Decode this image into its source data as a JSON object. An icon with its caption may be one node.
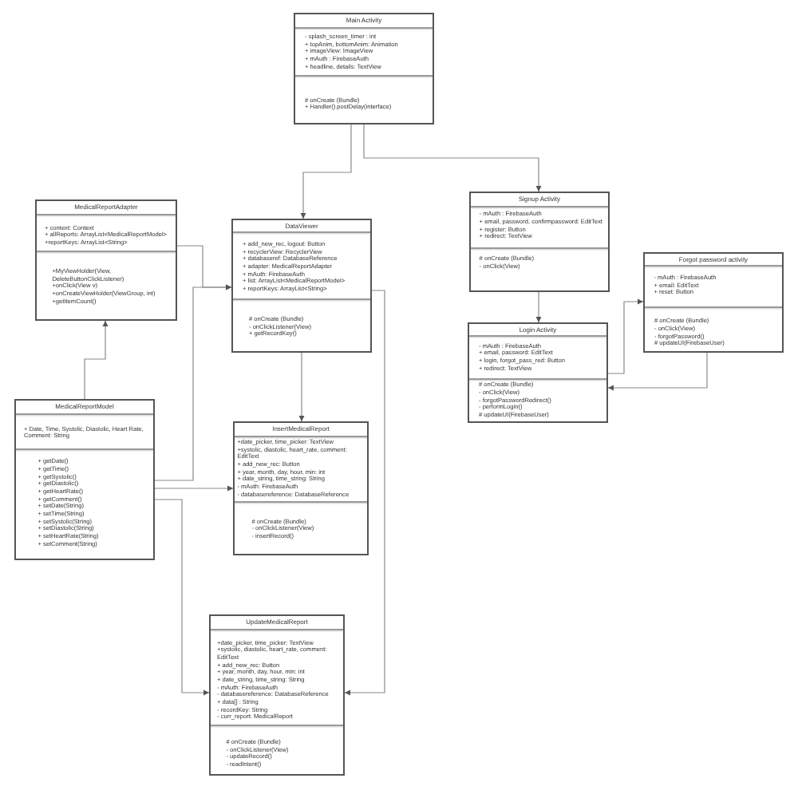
{
  "diagram": {
    "nodes": [
      {
        "text": [
          "Main Activity"
        ]
      },
      {
        "text": [
          "- splash_screen_timer : int",
          "+ topAnim, bottomAnim: Animation",
          "+ imageView: ImageView",
          "+ mAuth : FirebaseAuth",
          "+ headline, details: TextView"
        ],
        "in": 0
      },
      {
        "text": [
          "# onCreate (Bundle)",
          "+ Handler().postDelay(interface)"
        ],
        "in": 0
      },
      {
        "text": [
          "MedicalReportAdapter"
        ]
      },
      {
        "text": [
          "+ context: Context",
          "+ allReports: ArrayList<MedicalReportModel>",
          "+reportKeys: ArrayList<String>"
        ],
        "in": 3
      },
      {
        "text": [
          "+MyViewHolder(View, DeleteButtonClickListener)",
          "+onClick(View v)",
          "+onCreateViewHolder(ViewGroup, int)",
          "+getItemCount()"
        ],
        "in": 3
      },
      {
        "text": [
          "DataViewer"
        ]
      },
      {
        "text": [
          "+ add_new_rec, logout: Button",
          "+ recyclerView: RecyclerView",
          "+ databaseref: DatabaseReference",
          "+ adapter: MedicalReportAdapter",
          "+ mAuth: FirebaseAuth",
          "+ list: ArrayList<MedicalReportModel>",
          "+ reportKeys: ArrayList<String>"
        ],
        "in": 6
      },
      {
        "text": [
          "# onCreate (Bundle)",
          "- onClickListener(View)",
          "+ getRecordKey()"
        ],
        "in": 6
      },
      {
        "text": [
          "Signup Activity"
        ]
      },
      {
        "text": [
          "- mAuth : FirebaseAuth",
          "+ email, password, confirmpassword: EditText",
          "+ register: Button",
          "+ redirect: TextView"
        ],
        "in": 9
      },
      {
        "text": [
          "# onCreate (Bundle)",
          "- onClick(View)"
        ],
        "in": 9
      },
      {
        "text": [
          "Forgot password activity"
        ]
      },
      {
        "text": [
          "- mAuth : FirebaseAuth",
          "+ email: EditText",
          "+ reset: Button"
        ],
        "in": 12
      },
      {
        "text": [
          "# onCreate (Bundle)",
          "- onClick(View)",
          "- forgotPassword()",
          "# updateUI(FirebaseUser)"
        ],
        "in": 12
      },
      {
        "text": [
          "Login Activity"
        ]
      },
      {
        "text": [
          "- mAuth : FirebaseAuth",
          "+ email, password: EditText",
          "+ login, forgot_pass_red: Button",
          "+ redirect: TextView"
        ],
        "in": 15
      },
      {
        "text": [
          "# onCreate (Bundle)",
          "- onClick(View)",
          "- forgotPasswordRedirect()",
          "- performLogin()",
          "# updateUI(FirebaseUser)"
        ],
        "in": 15
      },
      {
        "text": [
          "MedicalReportModel"
        ]
      },
      {
        "text": [
          "+ Date, Time, Systolic, Diastolic, Heart Rate, Comment: String"
        ],
        "in": 18
      },
      {
        "text": [
          "+ getDate()",
          "+ getTime()",
          "+ getSystolic()",
          "+ getDiastolic()",
          "+ getHeartRate()",
          "+ getComment()",
          "+ setDate(String)",
          "+ setTime(String)",
          "+ setSystolic(String)",
          "+ setDiastolic(String)",
          "+ setHeartRate(String)",
          "+ setComment(String)"
        ],
        "in": 18
      },
      {
        "text": [
          "InsertMedicalReport"
        ]
      },
      {
        "text": [
          "+date_picker, time_picker: TextView",
          "+systolic, diastolic, heart_rate, comment: EditText",
          "+ add_new_rec: Button",
          "+ year, month, day, hour, min: int",
          "+ date_string, time_string: String",
          "- mAuth: FirebaseAuth",
          "- databasereference: DatabaseReference"
        ],
        "in": 21
      },
      {
        "text": [
          "# onCreate (Bundle)",
          "- onClickListener(View)",
          "- insertRecord()"
        ],
        "in": 21
      },
      {
        "text": [
          "UpdateMedicalReport"
        ]
      },
      {
        "text": [
          "+date_picker, time_picker: TextView",
          "+systolic, diastolic, heart_rate, comment: EditText",
          "+ add_new_rec: Button",
          "+ year, month, day, hour, min: int",
          "+ date_string, time_string: String",
          "- mAuth: FirebaseAuth",
          "- databasereference: DatabaseReference",
          "+ data[] : String",
          "- recordKey: String",
          "- curr_report: MedicalReport"
        ],
        "in": 24
      },
      {
        "text": [
          "# onCreate (Bundle)",
          "- onClickListener(View)",
          "- updateRecord()",
          "- readIntent()"
        ],
        "in": 24
      }
    ],
    "edges": [
      {
        "from": 0,
        "to": 6,
        "arrow": "to"
      },
      {
        "from": 0,
        "to": 9,
        "arrow": "to"
      },
      {
        "from": 3,
        "to": 6,
        "arrow": "to"
      },
      {
        "from": 18,
        "to": 3,
        "arrow": "to"
      },
      {
        "from": 18,
        "to": 6,
        "arrow": "to"
      },
      {
        "from": 18,
        "to": 21,
        "arrow": "to"
      },
      {
        "from": 18,
        "to": 24,
        "arrow": "to"
      },
      {
        "from": 6,
        "to": 21,
        "arrow": "to"
      },
      {
        "from": 6,
        "to": 24,
        "arrow": "to"
      },
      {
        "from": 9,
        "to": 15,
        "arrow": "to"
      },
      {
        "from": 15,
        "to": 12,
        "arrow": "to"
      },
      {
        "from": 12,
        "to": 15,
        "arrow": "to"
      }
    ]
  }
}
